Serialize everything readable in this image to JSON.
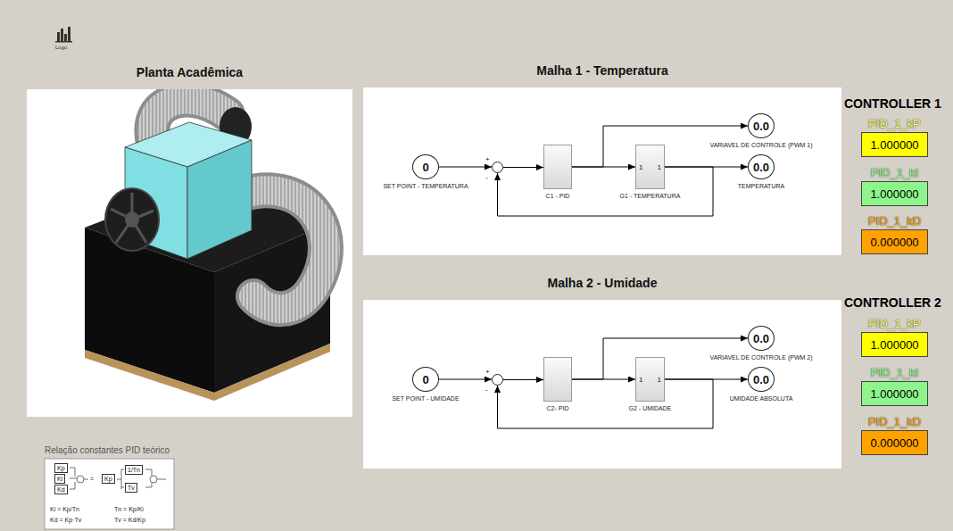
{
  "diagram": {
    "nodes": [
      {
        "text": [
          "Planta Acadêmica"
        ]
      },
      {
        "text": [
          "Malha 1 - Temperatura"
        ]
      },
      {
        "text": [
          "0",
          "SET POINT - TEMPERATURA"
        ],
        "in": 1
      },
      {
        "text": [
          "+",
          "-"
        ],
        "in": 1
      },
      {
        "text": [
          "C1 - PID"
        ],
        "in": 1
      },
      {
        "text": [
          "1",
          "1",
          "G1 - TEMPERATURA"
        ],
        "in": 1
      },
      {
        "text": [
          "0.0",
          "VARIAVEL DE CONTROLE (PWM 1)"
        ],
        "in": 1
      },
      {
        "text": [
          "0.0",
          "TEMPERATURA"
        ],
        "in": 1
      },
      {
        "text": [
          "Malha 2 - Umidade"
        ]
      },
      {
        "text": [
          "0",
          "SET POINT - UMIDADE"
        ],
        "in": 8
      },
      {
        "text": [
          "+",
          "-"
        ],
        "in": 8
      },
      {
        "text": [
          "C2- PID"
        ],
        "in": 8
      },
      {
        "text": [
          "1",
          "1",
          "G2 - UMIDADE"
        ],
        "in": 8
      },
      {
        "text": [
          "0.0",
          "VARIAVEL DE CONTROLE (PWM 2)"
        ],
        "in": 8
      },
      {
        "text": [
          "0.0",
          "UMIDADE ABSOLUTA"
        ],
        "in": 8
      },
      {
        "text": [
          "PID_1_kP",
          "1.000000"
        ]
      },
      {
        "text": [
          "PID_1_kI",
          "1.000000"
        ]
      },
      {
        "text": [
          "PID_1_kD",
          "0.000000"
        ]
      },
      {
        "text": [
          "PID_1_kP",
          "1.000000"
        ]
      },
      {
        "text": [
          "PID_1_kI",
          "1.000000"
        ]
      },
      {
        "text": [
          "PID_1_kD",
          "0.000000"
        ]
      }
    ],
    "edges": [
      {
        "from": 2,
        "to": 3,
        "arrow": "to"
      },
      {
        "from": 3,
        "to": 4,
        "arrow": "to"
      },
      {
        "from": 4,
        "to": 5,
        "arrow": "to"
      },
      {
        "from": 4,
        "to": 6,
        "arrow": "to"
      },
      {
        "from": 5,
        "to": 7,
        "arrow": "to"
      },
      {
        "from": 5,
        "to": 3,
        "arrow": "to"
      },
      {
        "from": 9,
        "to": 10,
        "arrow": "to"
      },
      {
        "from": 10,
        "to": 11,
        "arrow": "to"
      },
      {
        "from": 11,
        "to": 12,
        "arrow": "to"
      },
      {
        "from": 11,
        "to": 13,
        "arrow": "to"
      },
      {
        "from": 12,
        "to": 14,
        "arrow": "to"
      },
      {
        "from": 12,
        "to": 10,
        "arrow": "to"
      }
    ],
    "labels": [
      "Logo",
      "CONTROLLER 1",
      "CONTROLLER 2",
      "Relação constantes PID teórico",
      "Kp",
      "Ki",
      "Kd",
      "=",
      "Kp",
      "1/Tn",
      "Tv",
      "Ki = Kp/Tn",
      "Kd = Kp·Tv",
      "Tn = Kp/Ki",
      "Tv = Kd/Kp"
    ]
  }
}
